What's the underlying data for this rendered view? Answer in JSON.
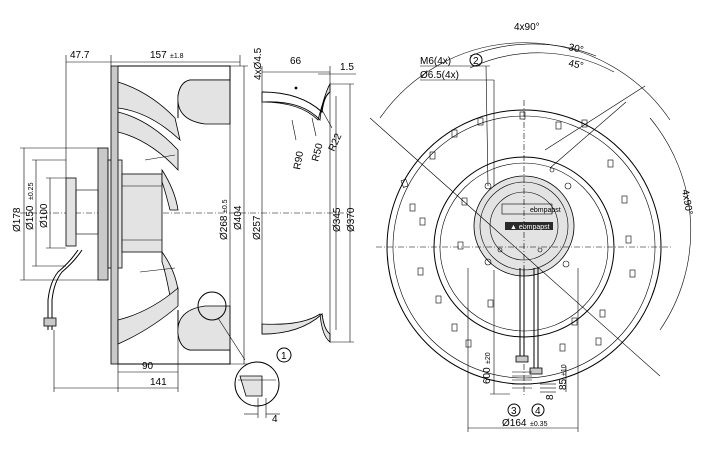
{
  "dims": {
    "d_47_7": "47.7",
    "d_157": "157",
    "d_157_tol": "±1.8",
    "d_4x45": "4xØ4.5",
    "d_66": "66",
    "d_1_5": "1.5",
    "d_178": "Ø178",
    "d_150": "Ø150",
    "d_150_tol": "±0.25",
    "d_100": "Ø100",
    "d_268": "Ø268",
    "d_268_tol": "±0.5",
    "d_404": "Ø404",
    "d_257": "Ø257",
    "d_345": "Ø345",
    "d_370": "Ø370",
    "d_r90": "R90",
    "d_r50": "R50",
    "d_r22": "R22",
    "d_90": "90",
    "d_141": "141",
    "d_4": "4",
    "d_4x90_top": "4x90°",
    "d_4x90_right": "4x90°",
    "d_30": "30°",
    "d_45": "45°",
    "d_m6": "M6(4x)",
    "d_65": "Ø6.5(4x)",
    "d_600": "600",
    "d_600_tol": "±20",
    "d_85": "85",
    "d_85_tol": "±10",
    "d_8": "8",
    "d_164": "Ø164",
    "d_164_tol": "±0.35"
  },
  "callouts": {
    "c1": "1",
    "c2": "2",
    "c3": "3",
    "c4": "4"
  },
  "label": {
    "brand": "ebmpapst",
    "plate": "▲ ebmpapst"
  }
}
